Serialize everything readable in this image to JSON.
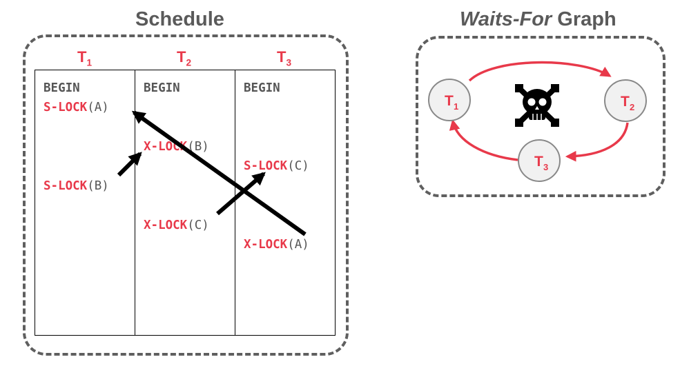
{
  "schedule": {
    "title": "Schedule",
    "transactions": [
      {
        "name": "T",
        "sub": "1"
      },
      {
        "name": "T",
        "sub": "2"
      },
      {
        "name": "T",
        "sub": "3"
      }
    ],
    "ops": {
      "t1": [
        {
          "kind": "begin",
          "text": "BEGIN"
        },
        {
          "kind": "lock",
          "mode": "S-LOCK",
          "arg": "(A)"
        },
        {
          "kind": "lock",
          "mode": "S-LOCK",
          "arg": "(B)"
        }
      ],
      "t2": [
        {
          "kind": "begin",
          "text": "BEGIN"
        },
        {
          "kind": "lock",
          "mode": "X-LOCK",
          "arg": "(B)"
        },
        {
          "kind": "lock",
          "mode": "X-LOCK",
          "arg": "(C)"
        }
      ],
      "t3": [
        {
          "kind": "begin",
          "text": "BEGIN"
        },
        {
          "kind": "lock",
          "mode": "S-LOCK",
          "arg": "(C)"
        },
        {
          "kind": "lock",
          "mode": "X-LOCK",
          "arg": "(A)"
        }
      ]
    }
  },
  "graph": {
    "title_italic": "Waits-For",
    "title_rest": " Graph",
    "nodes": [
      {
        "name": "T",
        "sub": "1"
      },
      {
        "name": "T",
        "sub": "2"
      },
      {
        "name": "T",
        "sub": "3"
      }
    ],
    "deadlock_icon": "skull-crossbones-icon"
  },
  "colors": {
    "accent_red": "#e8394a",
    "text_gray": "#555555",
    "border_gray": "#5f5f5f",
    "node_fill": "#f1f1f1",
    "node_stroke": "#888888"
  }
}
